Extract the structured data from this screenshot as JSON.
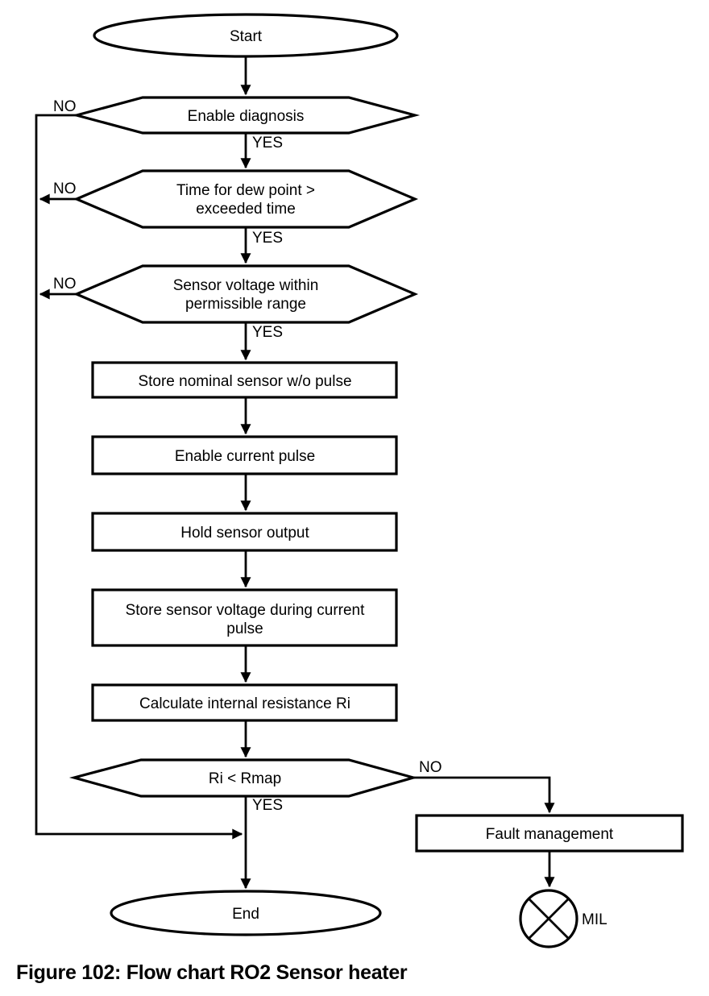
{
  "colors": {
    "background": "#ffffff",
    "shape_fill": "#ffffff",
    "stroke": "#000000",
    "text": "#000000"
  },
  "labels": {
    "yes": "YES",
    "no": "NO"
  },
  "nodes": {
    "start": {
      "label": "Start"
    },
    "enable_diagnosis": {
      "label": "Enable diagnosis"
    },
    "dew_point": {
      "line1": "Time for dew point >",
      "line2": "exceeded time"
    },
    "sensor_voltage": {
      "line1": "Sensor voltage within",
      "line2": "permissible range"
    },
    "store_nominal": {
      "label": "Store nominal sensor w/o pulse"
    },
    "enable_current_pulse": {
      "label": "Enable current pulse"
    },
    "hold_sensor_output": {
      "label": "Hold sensor output"
    },
    "store_sensor_voltage": {
      "line1": "Store sensor voltage during current",
      "line2": "pulse"
    },
    "calculate_ri": {
      "label": "Calculate internal resistance Ri"
    },
    "ri_rmap": {
      "label": "Ri < Rmap"
    },
    "end": {
      "label": "End"
    },
    "fault_management": {
      "label": "Fault management"
    },
    "mil": {
      "label": "MIL"
    }
  },
  "caption": "Figure 102: Flow chart RO2 Sensor heater"
}
